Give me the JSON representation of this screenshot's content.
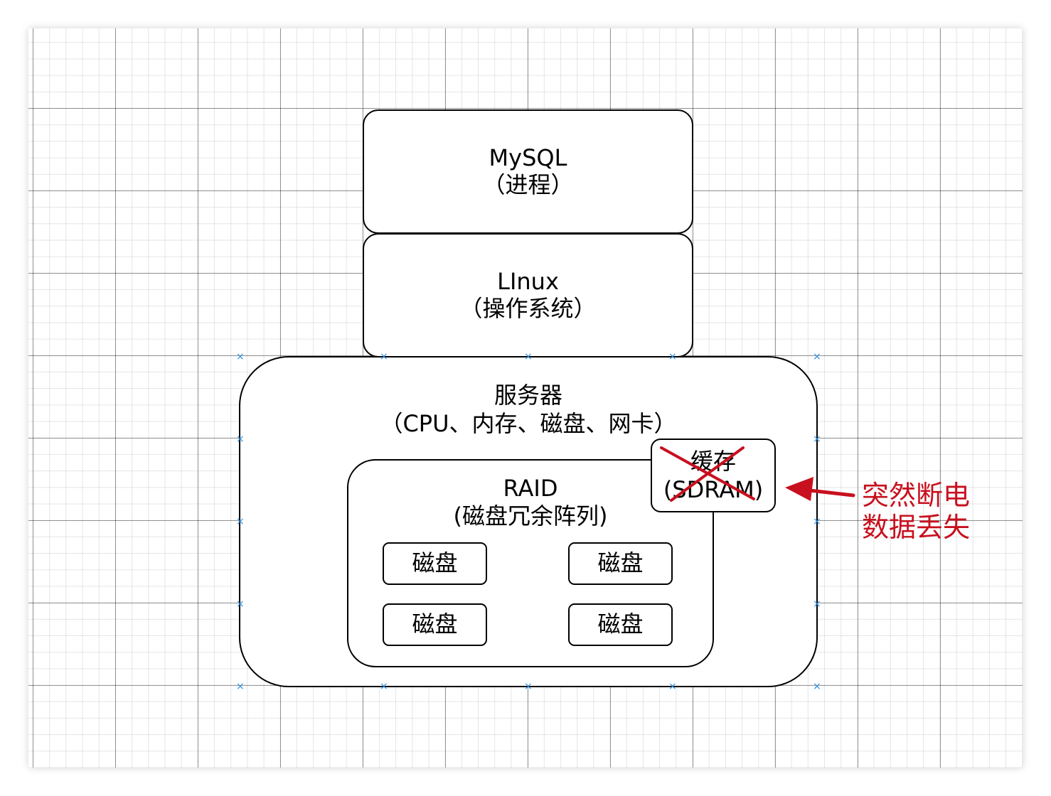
{
  "mysql": {
    "line1": "MySQL",
    "line2": "（进程）"
  },
  "linux": {
    "line1": "LInux",
    "line2": "（操作系统）"
  },
  "server": {
    "line1": "服务器",
    "line2": "（CPU、内存、磁盘、网卡）"
  },
  "raid": {
    "line1": "RAID",
    "line2": "(磁盘冗余阵列)"
  },
  "disks": [
    "磁盘",
    "磁盘",
    "磁盘",
    "磁盘"
  ],
  "cache": {
    "line1": "缓存",
    "line2": "(SDRAM)"
  },
  "annotation": {
    "line1": "突然断电",
    "line2": "数据丢失"
  },
  "colors": {
    "alert": "#c8101e",
    "selection_handle": "#2a8de0",
    "stroke": "#000000"
  },
  "icons": {
    "cache_status": "cross-out-icon",
    "annotation_pointer": "arrow-left-icon",
    "selection": "selection-handle-icon"
  }
}
